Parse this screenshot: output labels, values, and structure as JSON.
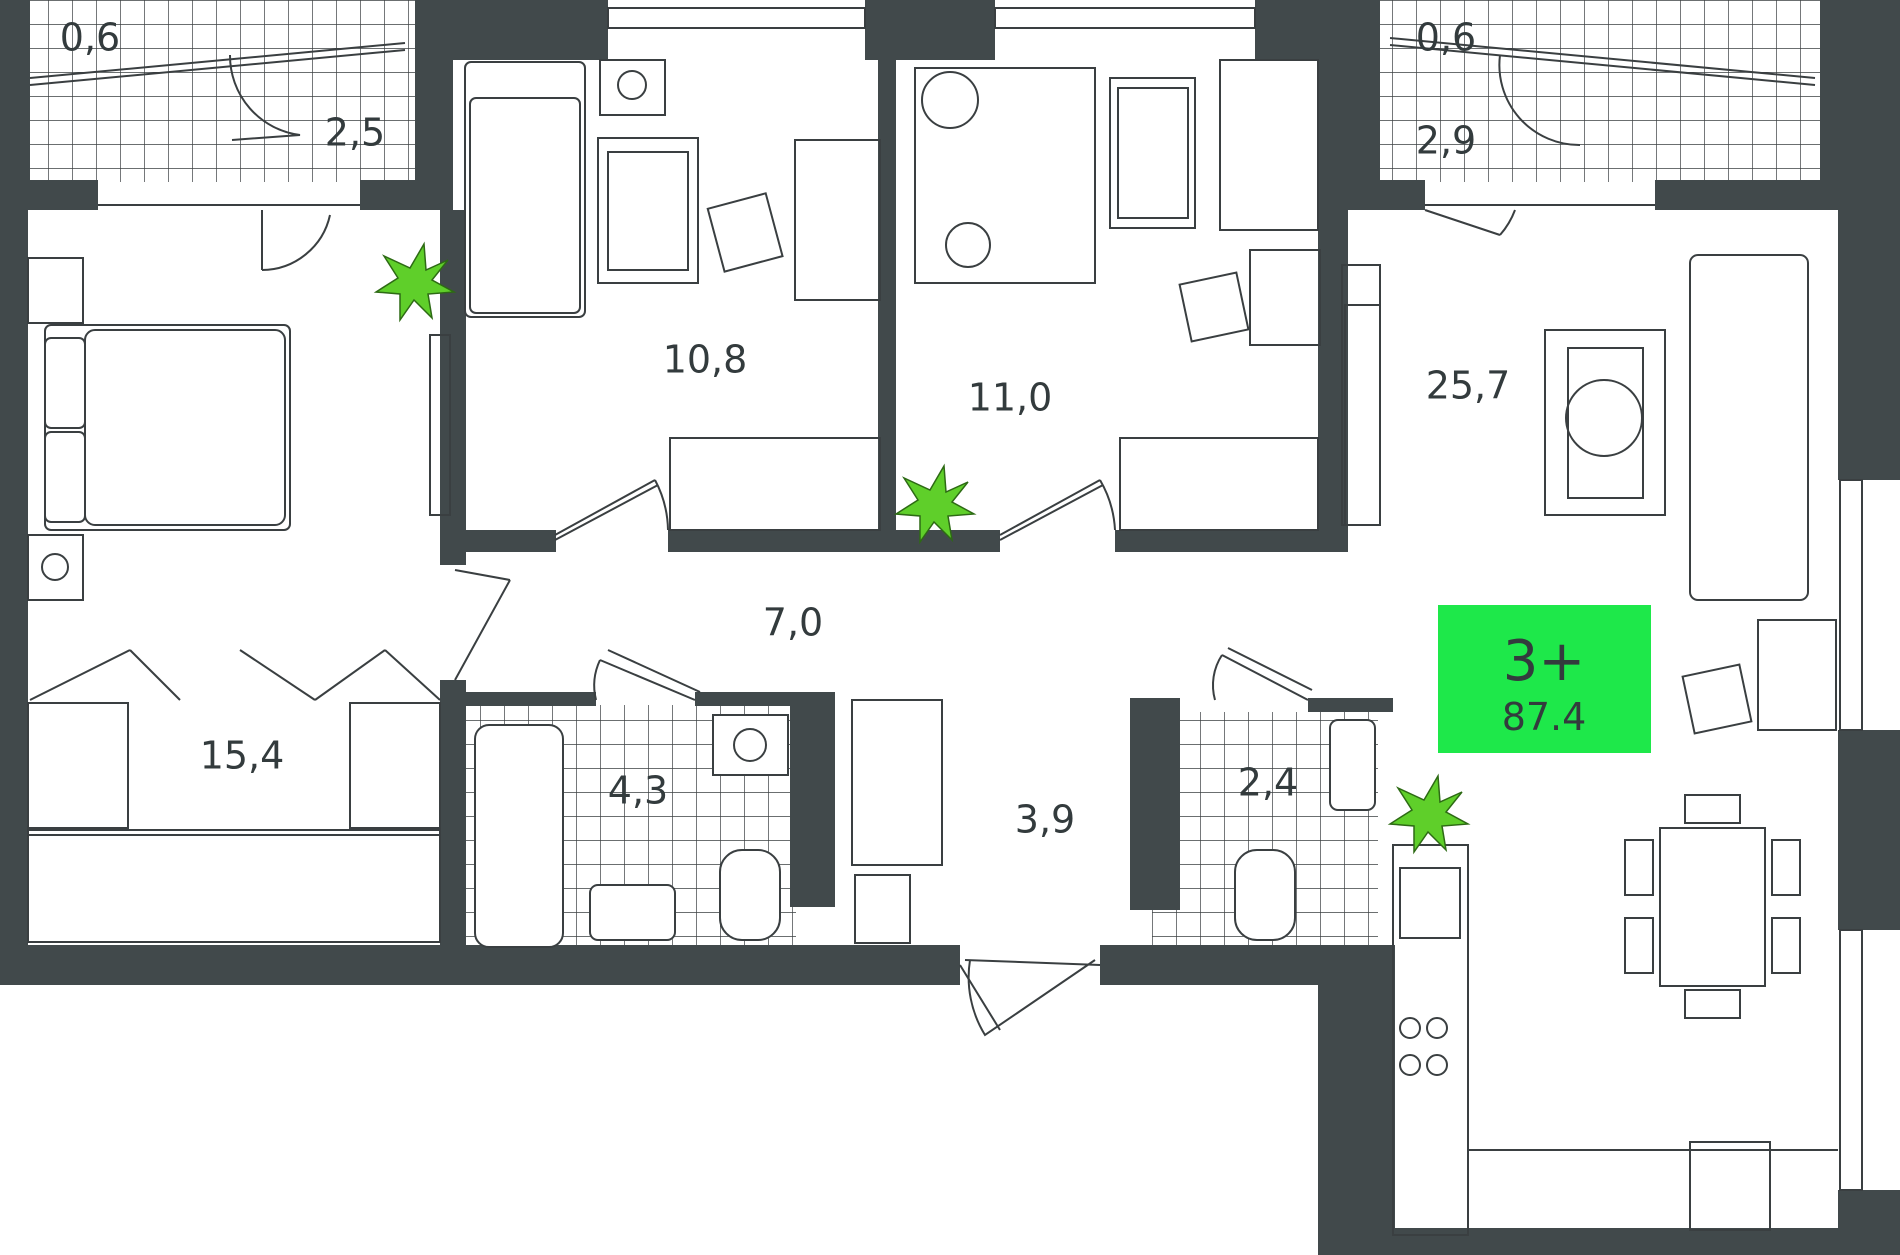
{
  "plan": {
    "colors": {
      "wall": "#41494b",
      "badge": "#1ee84a",
      "line": "#3a3f41",
      "plant": "#5fcf2a"
    },
    "rooms": [
      {
        "id": "balcony-left",
        "area": "0,6"
      },
      {
        "id": "loggia-left",
        "area": "2,5"
      },
      {
        "id": "bedroom",
        "area": "15,4"
      },
      {
        "id": "room-middle",
        "area": "10,8"
      },
      {
        "id": "kids-room",
        "area": "11,0"
      },
      {
        "id": "hallway",
        "area": "7,0"
      },
      {
        "id": "bathroom",
        "area": "4,3"
      },
      {
        "id": "entrance",
        "area": "3,9"
      },
      {
        "id": "toilet",
        "area": "2,4"
      },
      {
        "id": "living-kitchen",
        "area": "25,7"
      },
      {
        "id": "balcony-right",
        "area": "0,6"
      },
      {
        "id": "loggia-right",
        "area": "2,9"
      }
    ],
    "badge": {
      "rooms": "3+",
      "total_area": "87.4"
    }
  }
}
